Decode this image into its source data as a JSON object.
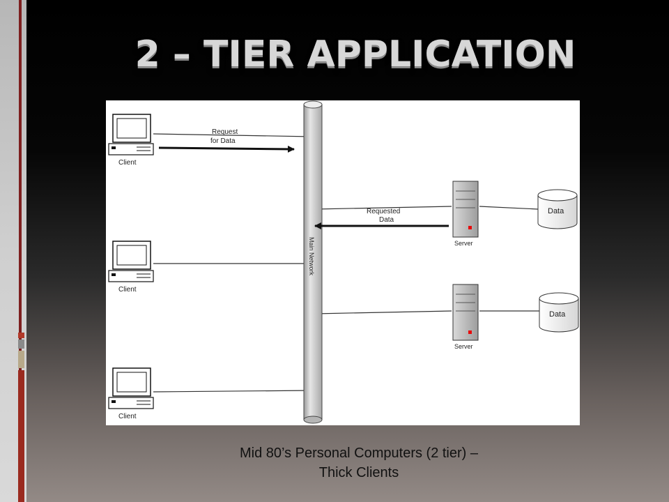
{
  "slide": {
    "title": "2 – TIER APPLICATION",
    "caption_line1": "Mid 80’s Personal Computers (2 tier) –",
    "caption_line2": "Thick Clients"
  },
  "diagram": {
    "clients": [
      {
        "label": "Client"
      },
      {
        "label": "Client"
      },
      {
        "label": "Client"
      }
    ],
    "servers": [
      {
        "label": "Server",
        "data_label": "Data"
      },
      {
        "label": "Server",
        "data_label": "Data"
      }
    ],
    "network_label": "Main Network",
    "request_label_line1": "Request",
    "request_label_line2": "for Data",
    "response_label_line1": "Requested",
    "response_label_line2": "Data"
  },
  "colors": {
    "accent_red": "#7d1f1f",
    "server_light": "#e8090a"
  }
}
